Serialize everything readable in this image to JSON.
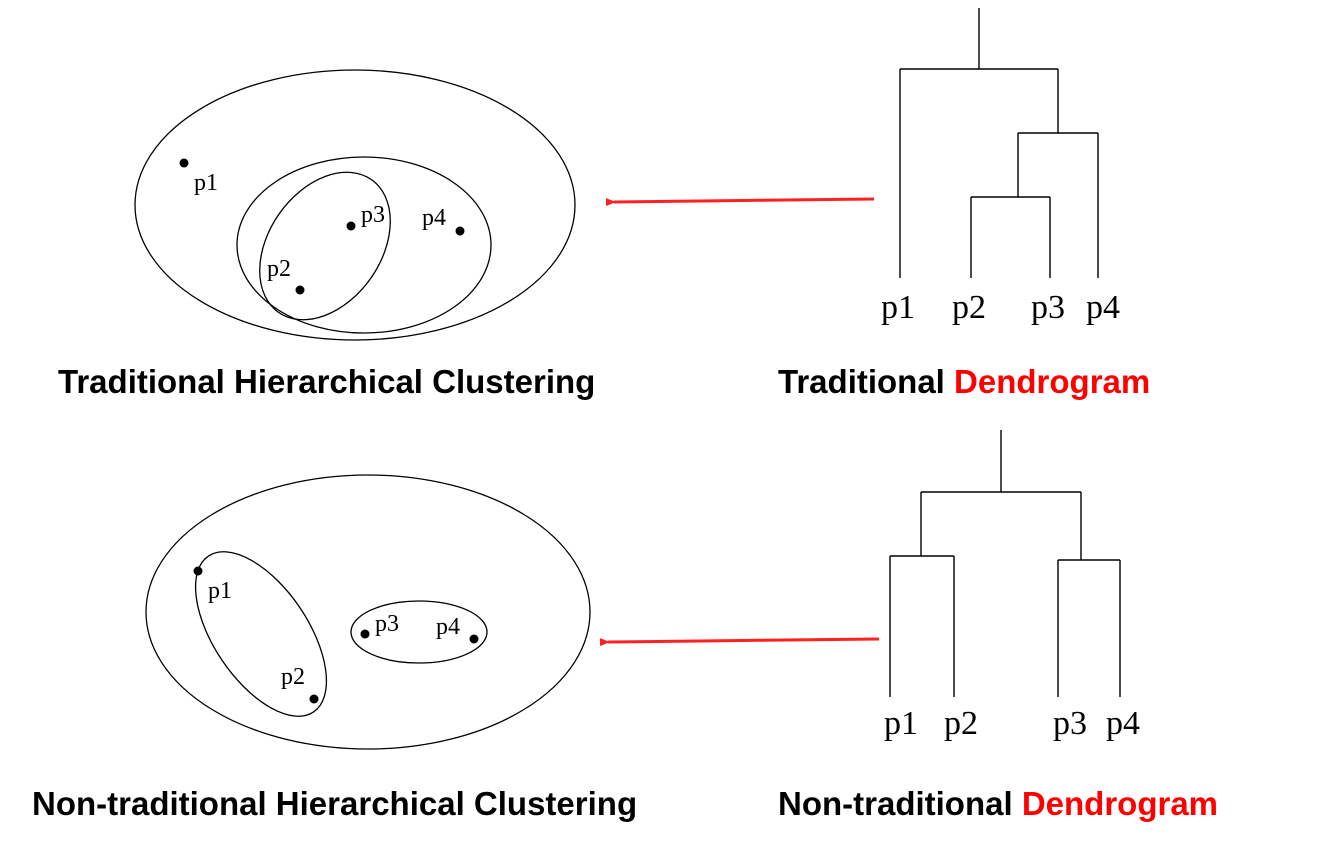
{
  "top": {
    "points": [
      "p1",
      "p2",
      "p3",
      "p4"
    ],
    "leaves": [
      "p1",
      "p2",
      "p3",
      "p4"
    ],
    "caption_left": "Traditional Hierarchical Clustering",
    "caption_right_a": "Traditional ",
    "caption_right_b": "Dendrogram"
  },
  "bottom": {
    "points": [
      "p1",
      "p2",
      "p3",
      "p4"
    ],
    "leaves": [
      "p1",
      "p2",
      "p3",
      "p4"
    ],
    "caption_left": "Non-traditional Hierarchical Clustering",
    "caption_right_a": "Non-traditional ",
    "caption_right_b": "Dendrogram"
  },
  "colors": {
    "accent": "#ff0000",
    "ink": "#000000"
  }
}
